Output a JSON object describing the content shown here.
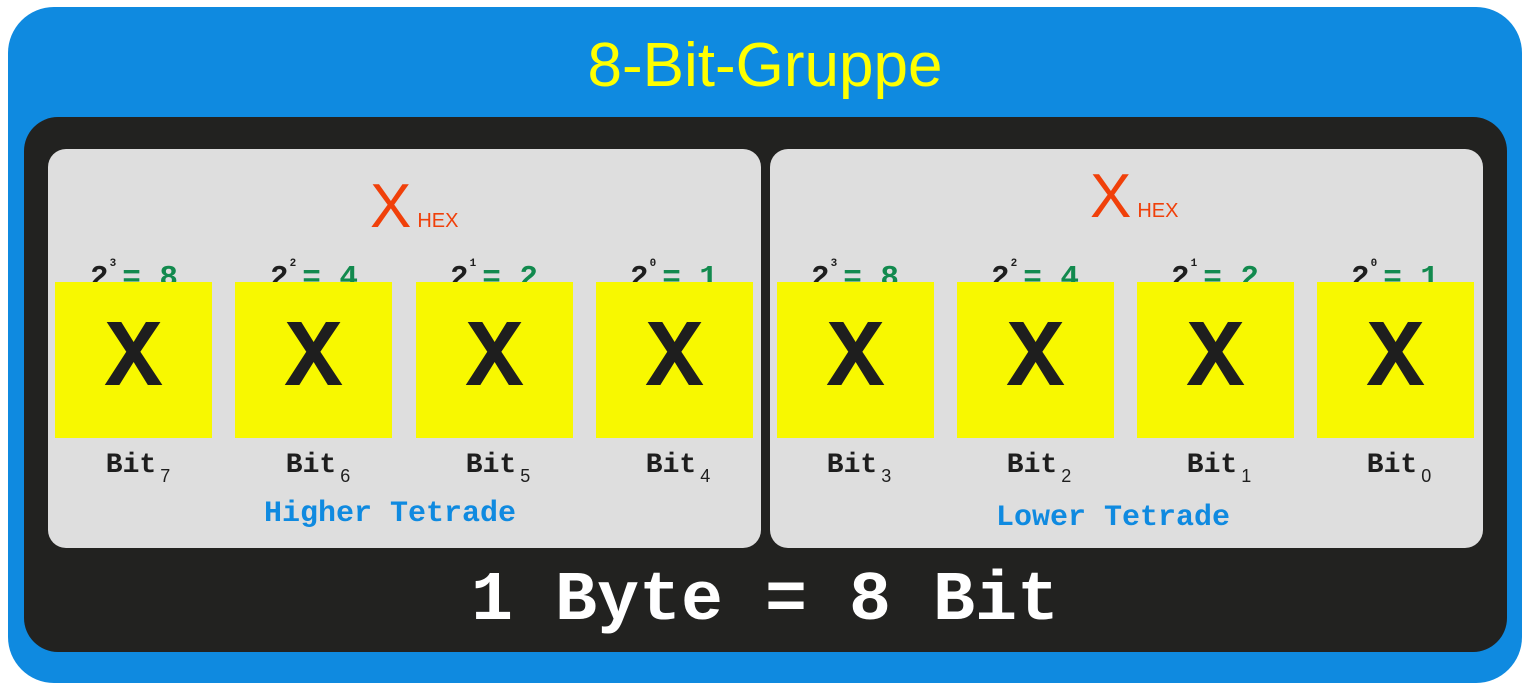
{
  "title": "8-Bit-Gruppe",
  "hex_symbol": "X",
  "hex_label": "HEX",
  "groups": [
    {
      "name": "Higher Tetrade",
      "bits": [
        {
          "base": "2",
          "exp": "3",
          "eq": "= 8",
          "value": "X",
          "label": "Bit",
          "index": "7"
        },
        {
          "base": "2",
          "exp": "2",
          "eq": "= 4",
          "value": "X",
          "label": "Bit",
          "index": "6"
        },
        {
          "base": "2",
          "exp": "1",
          "eq": "= 2",
          "value": "X",
          "label": "Bit",
          "index": "5"
        },
        {
          "base": "2",
          "exp": "0",
          "eq": "= 1",
          "value": "X",
          "label": "Bit",
          "index": "4"
        }
      ]
    },
    {
      "name": "Lower Tetrade",
      "bits": [
        {
          "base": "2",
          "exp": "3",
          "eq": "= 8",
          "value": "X",
          "label": "Bit",
          "index": "3"
        },
        {
          "base": "2",
          "exp": "2",
          "eq": "= 4",
          "value": "X",
          "label": "Bit",
          "index": "2"
        },
        {
          "base": "2",
          "exp": "1",
          "eq": "= 2",
          "value": "X",
          "label": "Bit",
          "index": "1"
        },
        {
          "base": "2",
          "exp": "0",
          "eq": "= 1",
          "value": "X",
          "label": "Bit",
          "index": "0"
        }
      ]
    }
  ],
  "footer": "1 Byte = 8 Bit",
  "colors": {
    "outer": "#0f8ae0",
    "inner": "#222220",
    "panel": "#dedede",
    "bit_box": "#f8f800",
    "title": "#ffff00",
    "hex": "#f0400a",
    "weight_value": "#128a4e",
    "tetrade": "#0f8ae0"
  }
}
